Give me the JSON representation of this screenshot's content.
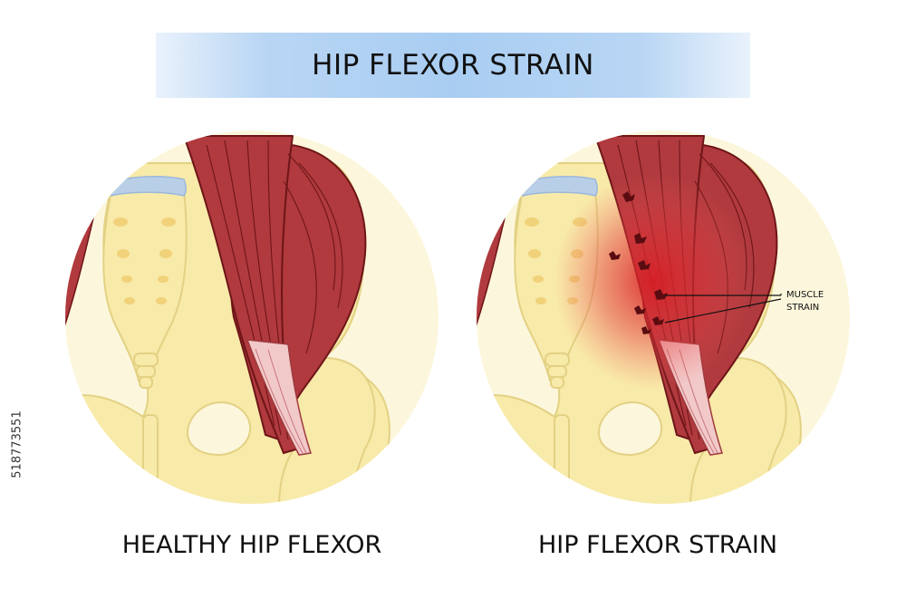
{
  "title": "HIP FLEXOR STRAIN",
  "panels": {
    "healthy": {
      "caption": "HEALTHY HIP FLEXOR"
    },
    "strain": {
      "caption": "HIP FLEXOR STRAIN",
      "label_line1": "MUSCLE",
      "label_line2": "STRAIN"
    }
  },
  "stock_id": "518773551",
  "colors": {
    "background_circle": "#fcf7dc",
    "bone": "#f8eaa9",
    "bone_outline": "#e3d184",
    "cartilage": "#b9cfe8",
    "muscle": "#b03a3e",
    "muscle_line": "#6e1518",
    "tendon": "#f2c9c9",
    "inflammation": "#d81e24",
    "title_band": "#a9cdf2"
  }
}
